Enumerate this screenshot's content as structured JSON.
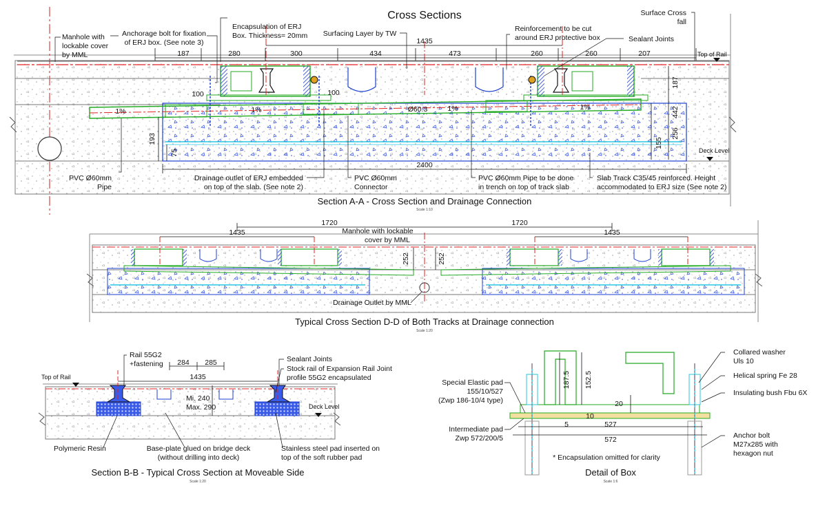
{
  "title": "Cross Sections",
  "section_aa": {
    "caption": "Section A-A - Cross Section and Drainage Connection",
    "scale": "Scale 1:10",
    "labels": {
      "manhole_l1": "Manhole with",
      "manhole_l2": "lockable cover",
      "manhole_l3": "by MML",
      "anchorage_l1": "Anchorage bolt for fixation",
      "anchorage_l2": "of ERJ box. (See note 3)",
      "encaps_l1": "Encapsulation of ERJ",
      "encaps_l2": "Box. Thickness= 20mm",
      "surfacing": "Surfacing Layer by TW",
      "reinf_l1": "Reinforcement to be cut",
      "reinf_l2": "around ERJ protective box",
      "surface_cross_l1": "Surface Cross",
      "surface_cross_l2": "fall",
      "sealant": "Sealant Joints",
      "top_of_rail": "Top of Rail",
      "deck_level": "Deck Level",
      "pvc_pipe_l1": "PVC Ø60mm",
      "pvc_pipe_l2": "Pipe",
      "drain_outlet_l1": "Drainage outlet of ERJ embedded",
      "drain_outlet_l2": "on top of the slab. (See note 2)",
      "pvc_conn_l1": "PVC Ø60mm",
      "pvc_conn_l2": "Connector",
      "pvc_trench_l1": "PVC Ø60mm Pipe to be done",
      "pvc_trench_l2": "in trench on top of track slab",
      "slab_l1": "Slab Track C35/45 reinforced. Height",
      "slab_l2": "accommodated to ERJ size (See note 2)"
    },
    "dims": {
      "d187": "187",
      "d280": "280",
      "d300": "300",
      "d434": "434",
      "d473": "473",
      "d260a": "260",
      "d260b": "260",
      "d207": "207",
      "d1435": "1435",
      "d100a": "100",
      "d100b": "100",
      "dia": "Ø60.3",
      "s1": "1%",
      "s2": "1%",
      "s3": "1%",
      "s4": "1%",
      "v187": "187",
      "v442": "442",
      "v256": "256",
      "v155": "155",
      "v193": "193",
      "v75": "75",
      "d2400": "2400"
    }
  },
  "section_dd": {
    "caption": "Typical Cross Section D-D of Both Tracks at Drainage connection",
    "scale": "Scale 1:20",
    "labels": {
      "manhole_l1": "Manhole with lockable",
      "manhole_l2": "cover by MML",
      "outlet": "Drainage Outlet by MML"
    },
    "dims": {
      "d1720a": "1720",
      "d1720b": "1720",
      "d1435a": "1435",
      "d1435b": "1435",
      "v252a": "252",
      "v252b": "252"
    }
  },
  "section_bb": {
    "caption": "Section B-B - Typical Cross Section at Moveable Side",
    "scale": "Scale 1:20",
    "labels": {
      "rail_l1": "Rail 55G2",
      "rail_l2": "+fastening",
      "sealant": "Sealant Joints",
      "stock_l1": "Stock rail of Expansion Rail Joint",
      "stock_l2": "profile 55G2 encapsulated",
      "top_of_rail": "Top of Rail",
      "deck_level": "Deck Level",
      "min": "Mi. 240",
      "max": "Max. 290",
      "resin": "Polymeric Resin",
      "base_l1": "Base-plate glued on bridge deck",
      "base_l2": "(without drilling into deck)",
      "steel_l1": "Stainless steel pad inserted on",
      "steel_l2": "top of the soft rubber pad"
    },
    "dims": {
      "d284": "284",
      "d285": "285",
      "d1435": "1435"
    }
  },
  "detail_box": {
    "caption": "Detail of Box",
    "scale": "Scale 1:6",
    "labels": {
      "collared_l1": "Collared washer",
      "collared_l2": "Uls 10",
      "helical": "Helical spring Fe 28",
      "insulating": "Insulating bush Fbu 6X",
      "elastic_l1": "Special Elastic pad",
      "elastic_l2": "155/10/527",
      "elastic_l3": "(Zwp 186-10/4 type)",
      "intermediate_l1": "Intermediate pad",
      "intermediate_l2": "Zwp 572/200/5",
      "anchor_l1": "Anchor bolt",
      "anchor_l2": "M27x285 with",
      "anchor_l3": "hexagon nut",
      "note": "* Encapsulation omitted for clarity"
    },
    "dims": {
      "v187_5": "187.5",
      "v152_5": "152.5",
      "d20": "20",
      "d10": "10",
      "d5": "5",
      "d527": "527",
      "d572": "572"
    }
  },
  "colors": {
    "red": "#e02020",
    "green": "#22aa22",
    "blue": "#1a3fd0",
    "cyan": "#29c6e0",
    "dark": "#222222",
    "concrete": "#9a9a9a"
  }
}
